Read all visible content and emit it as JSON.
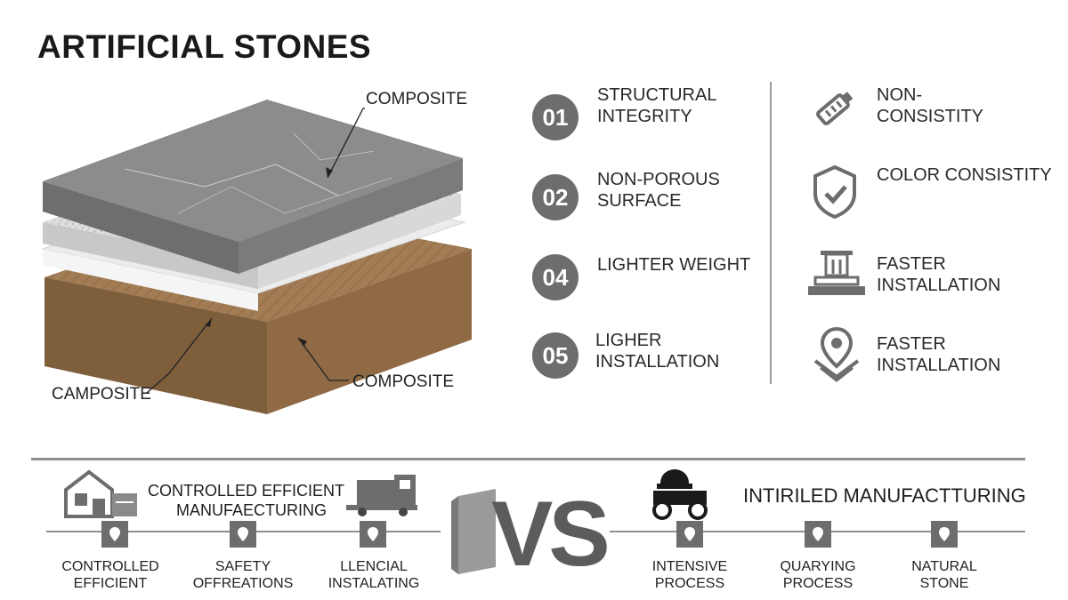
{
  "title": "ARTIFICIAL STONES",
  "diagram": {
    "label_top": "COMPOSITE",
    "label_left": "CAMPOSITE",
    "label_right": "COMPOSITE"
  },
  "features": [
    {
      "num": "01",
      "line1": "STRUCTURAL",
      "line2": "INTEGRITY"
    },
    {
      "num": "02",
      "line1": "NON-POROUS",
      "line2": "SURFACE"
    },
    {
      "num": "04",
      "line1": "LIGHTER WEIGHT",
      "line2": ""
    },
    {
      "num": "05",
      "line1": "LIGHER",
      "line2": "INSTALLATION"
    }
  ],
  "icon_features": [
    {
      "icon": "tube-icon",
      "line1": "NON-",
      "line2": "CONSISTITY"
    },
    {
      "icon": "shield-check-icon",
      "line1": "COLOR CONSISTITY",
      "line2": ""
    },
    {
      "icon": "installation-icon",
      "line1": "FASTER",
      "line2": "INSTALLATION"
    },
    {
      "icon": "location-pin-icon",
      "line1": "FASTER",
      "line2": "INSTALLATION"
    }
  ],
  "comparison": {
    "left_heading_line1": "CONTROLLED EFFICIENT",
    "left_heading_line2": "MANUFAECTURING",
    "vs": "VS",
    "right_heading": "INTIRILED MANUFACTTURING",
    "left_steps": [
      {
        "line1": "CONTROLLED",
        "line2": "EFFICIENT"
      },
      {
        "line1": "SAFETY",
        "line2": "OFFREATIONS"
      },
      {
        "line1": "LLENCIAL",
        "line2": "INSTALATING"
      }
    ],
    "right_steps": [
      {
        "line1": "INTENSIVE",
        "line2": "PROCESS"
      },
      {
        "line1": "QUARYING",
        "line2": "PROCESS"
      },
      {
        "line1": "NATURAL",
        "line2": "STONE"
      }
    ]
  },
  "colors": {
    "accent_gray": "#6d6d6d",
    "stone_top": "#8c8c8c",
    "base_brown": "#a27c54"
  }
}
